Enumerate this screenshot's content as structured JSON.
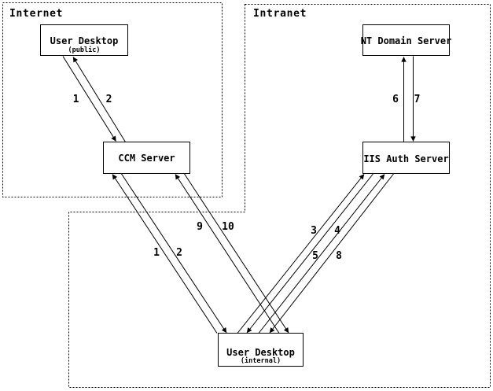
{
  "zones": {
    "internet": {
      "label": "Internet"
    },
    "intranet": {
      "label": "Intranet"
    }
  },
  "nodes": {
    "user_desktop_public": {
      "title": "User Desktop",
      "subtitle": "(public)"
    },
    "ccm_server": {
      "title": "CCM Server"
    },
    "nt_domain_server": {
      "title": "NT Domain Server"
    },
    "iis_auth_server": {
      "title": "IIS Auth Server"
    },
    "user_desktop_internal": {
      "title": "User Desktop",
      "subtitle": "(internal)"
    }
  },
  "arrows": [
    {
      "id": "public-desktop-to-ccm",
      "label": "1"
    },
    {
      "id": "ccm-to-public-desktop",
      "label": "2"
    },
    {
      "id": "internal-desktop-to-ccm",
      "label": "1"
    },
    {
      "id": "ccm-to-internal-desktop",
      "label": "2"
    },
    {
      "id": "internal-desktop-to-iis-a",
      "label": "3"
    },
    {
      "id": "iis-to-internal-desktop-a",
      "label": "4"
    },
    {
      "id": "internal-desktop-to-iis-b",
      "label": "5"
    },
    {
      "id": "iis-to-nt-domain",
      "label": "6"
    },
    {
      "id": "nt-domain-to-iis",
      "label": "7"
    },
    {
      "id": "iis-to-internal-desktop-b",
      "label": "8"
    },
    {
      "id": "internal-desktop-to-ccm-b",
      "label": "9"
    },
    {
      "id": "ccm-to-internal-desktop-b",
      "label": "10"
    }
  ]
}
